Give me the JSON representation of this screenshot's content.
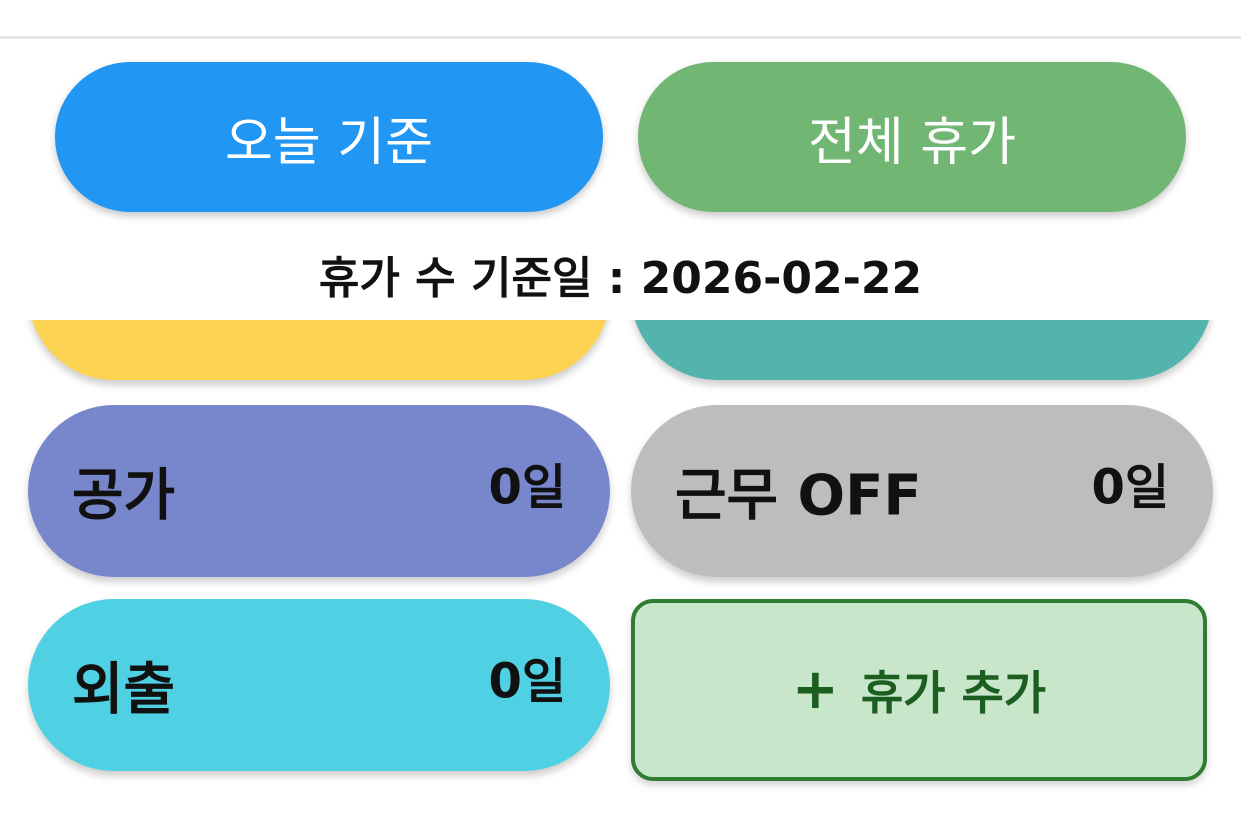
{
  "header": {
    "today_button": "오늘 기준",
    "all_button": "전체 휴가"
  },
  "base_date": {
    "text": "휴가 수 기준일 : 2026-02-22"
  },
  "leave_types": [
    {
      "name": "",
      "count": "",
      "color": "#fdd452"
    },
    {
      "name": "",
      "count": "",
      "color": "#52b4ad"
    },
    {
      "name": "공가",
      "count": "0일",
      "color": "#7886cb"
    },
    {
      "name": "근무 OFF",
      "count": "0일",
      "color": "#bdbdbd"
    },
    {
      "name": "외출",
      "count": "0일",
      "color": "#4fd1e3"
    }
  ],
  "add_button": {
    "icon": "plus-icon",
    "label": "휴가 추가"
  },
  "colors": {
    "today_button": "#2196f3",
    "all_button": "#72b673",
    "add_button_border": "#2e7d32",
    "add_button_bg": "#c8e6c9"
  }
}
